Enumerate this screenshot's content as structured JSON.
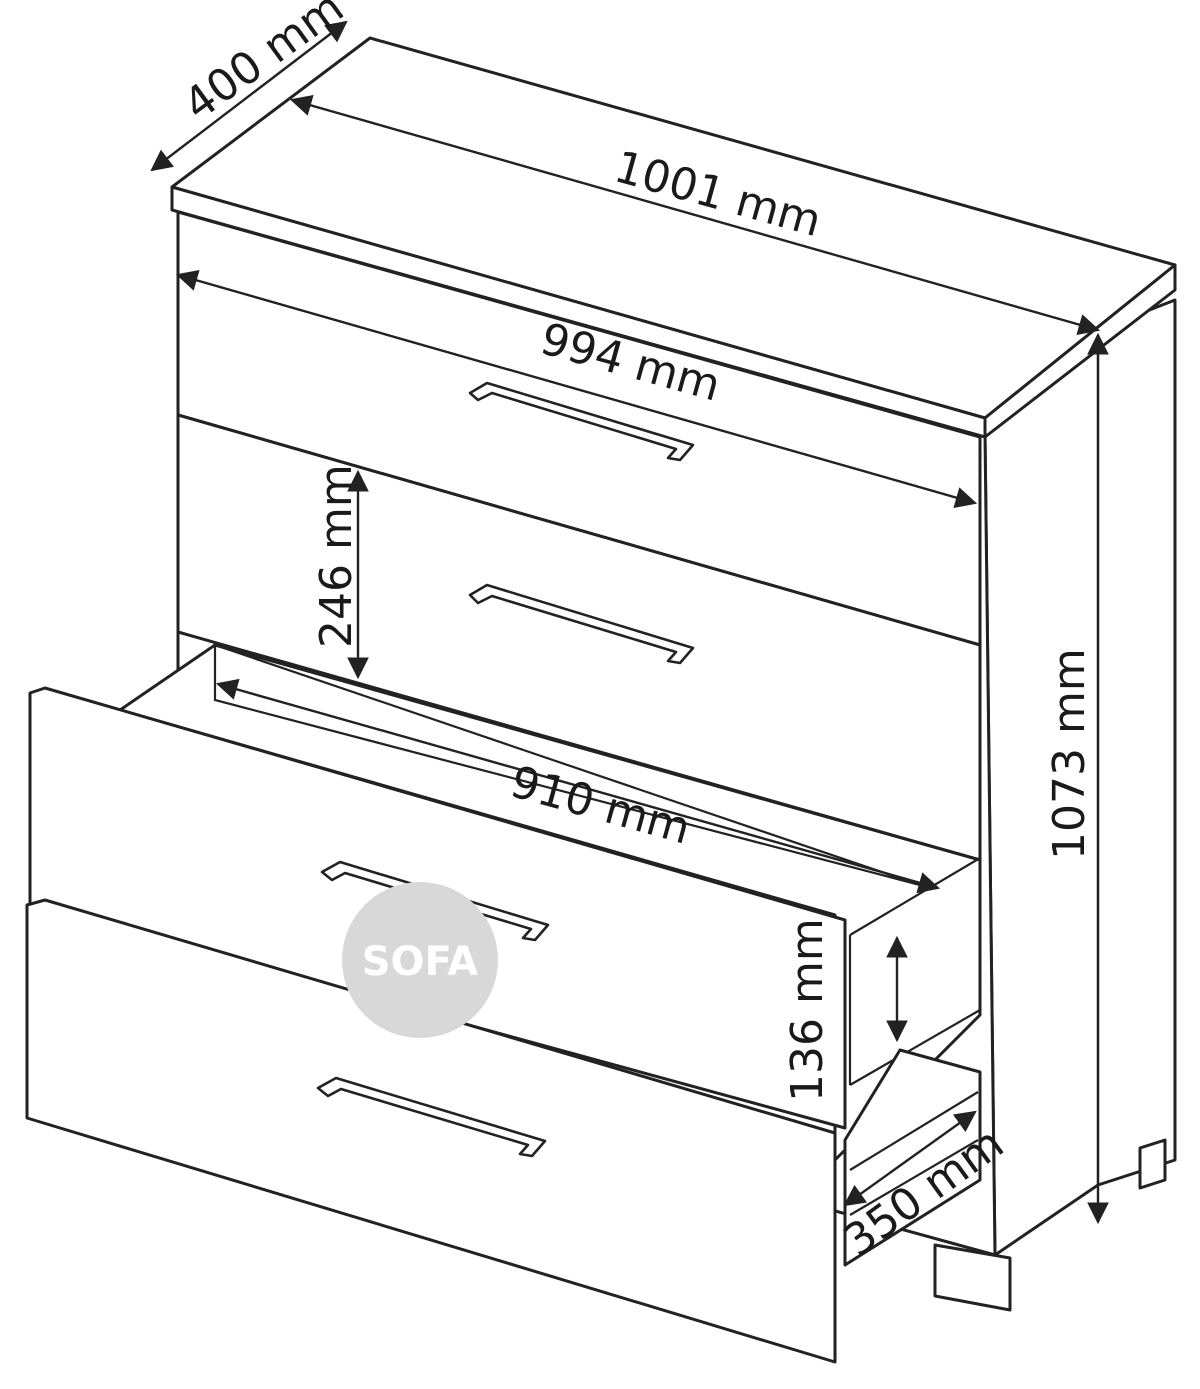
{
  "dimensions": {
    "depth_top": "400 mm",
    "width_top": "1001 mm",
    "drawer_front_width": "994 mm",
    "drawer_front_height": "246 mm",
    "drawer_inner_width": "910 mm",
    "drawer_inner_height": "136 mm",
    "drawer_inner_depth": "350 mm",
    "total_height": "1073 mm"
  },
  "watermark": {
    "text": "SOFA"
  }
}
